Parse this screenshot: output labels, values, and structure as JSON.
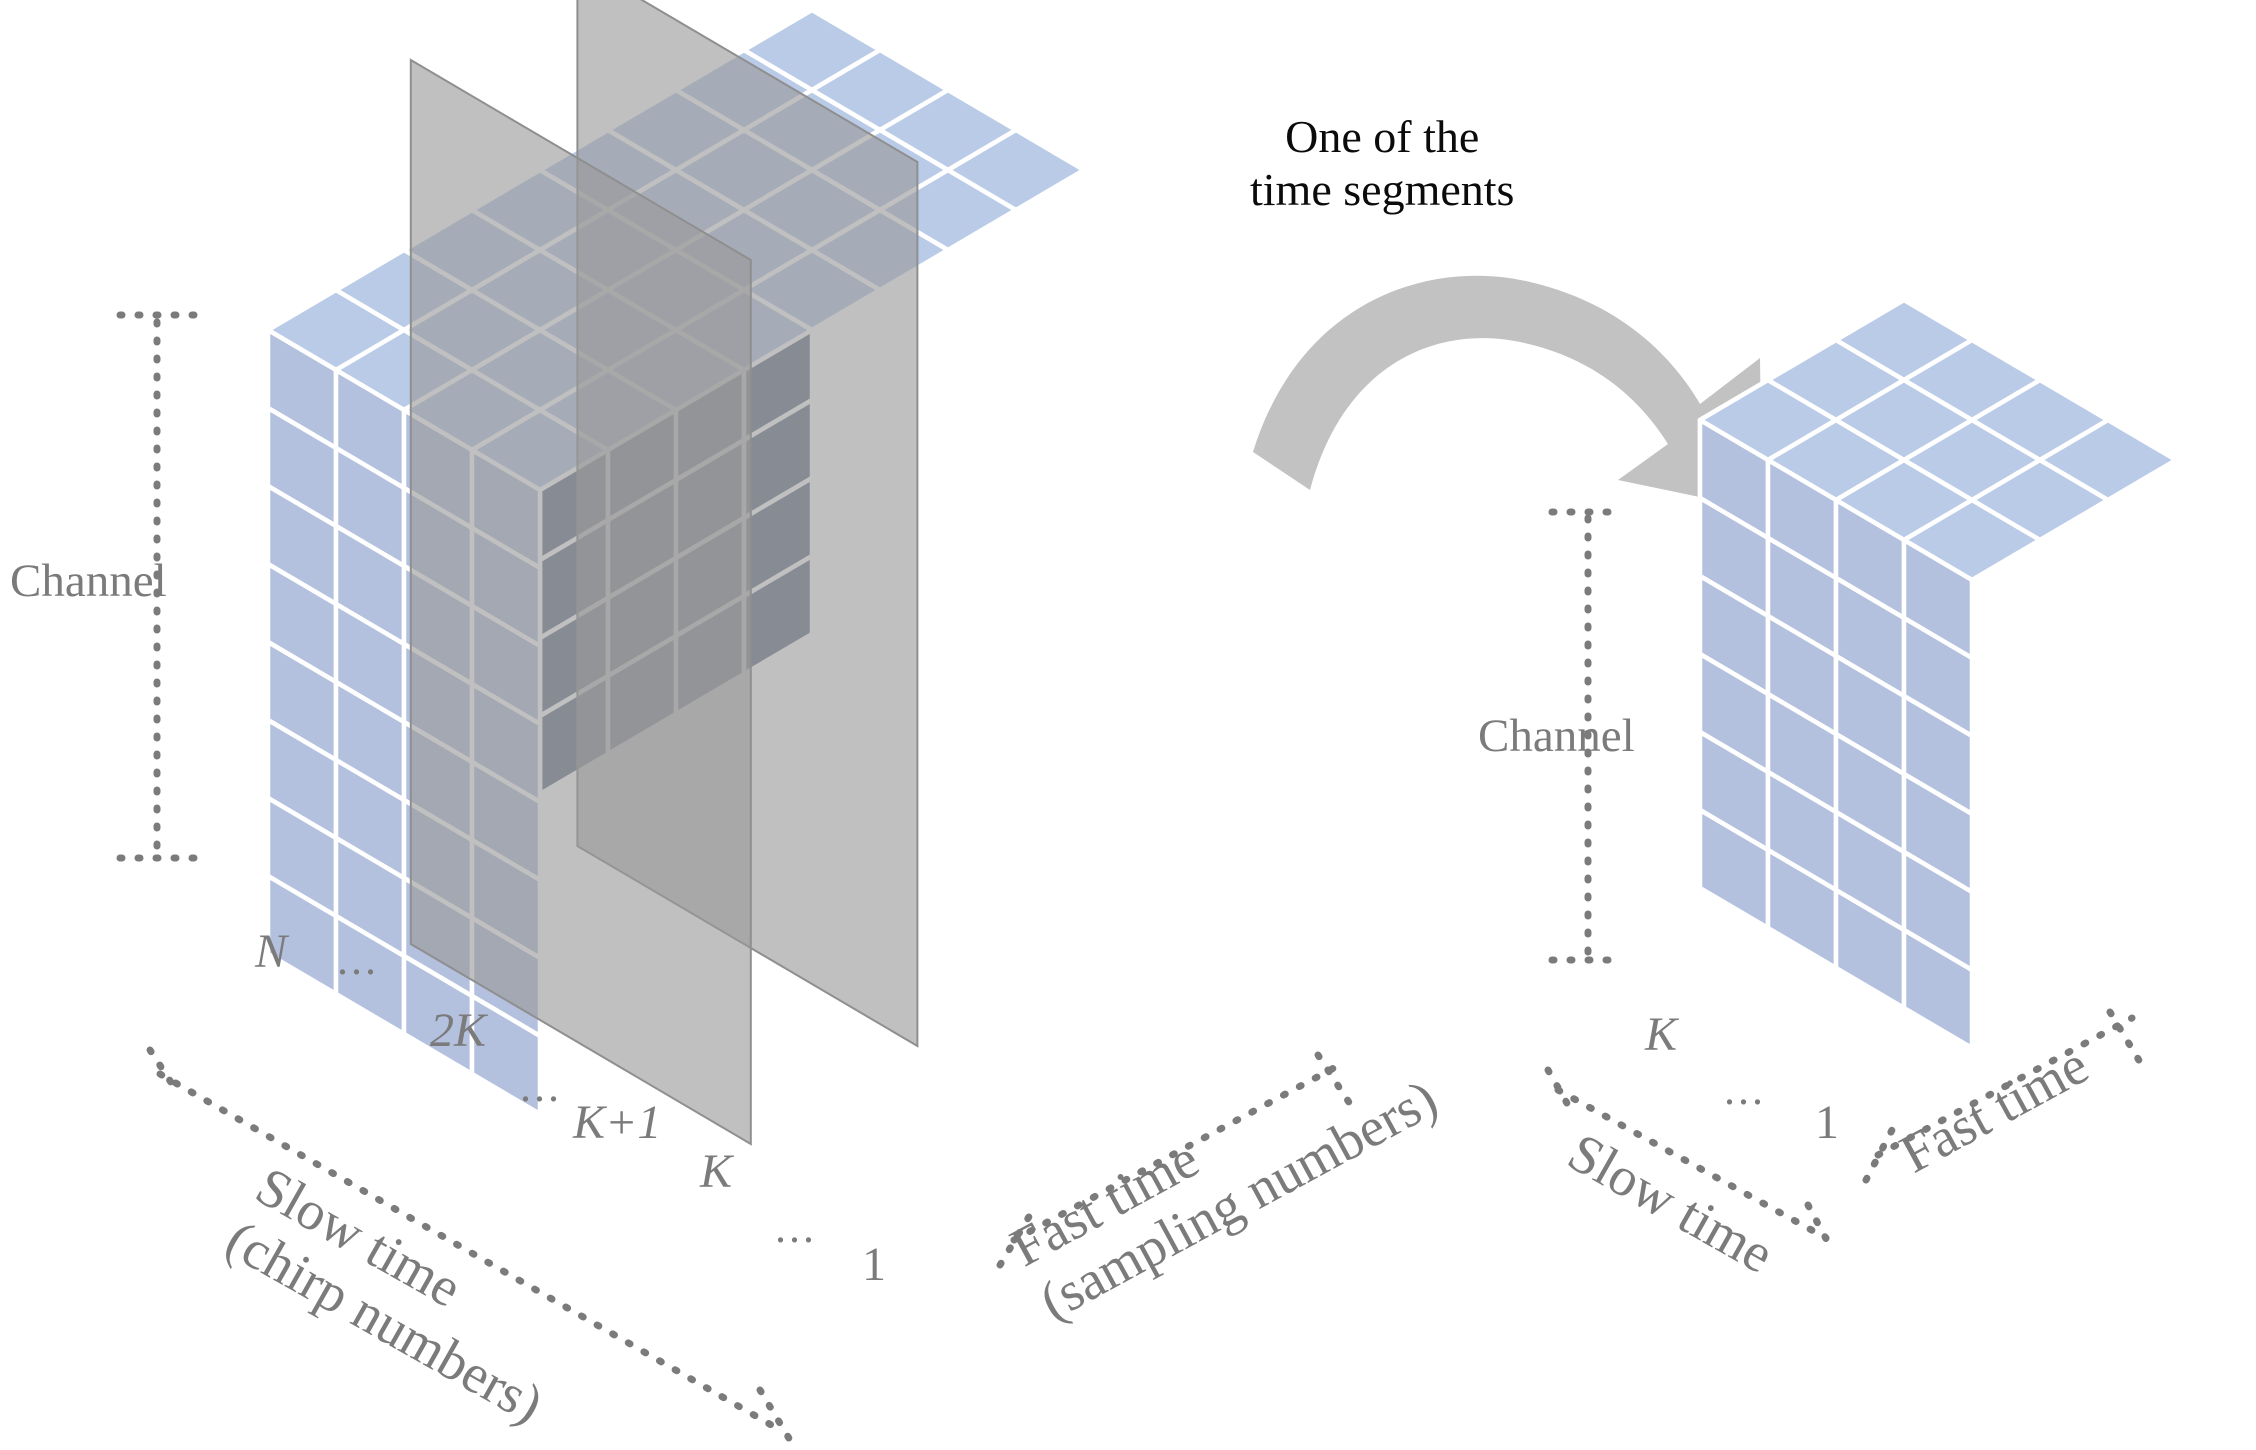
{
  "figure": {
    "title_annotation": {
      "line1": "One of the",
      "line2": "time segments"
    },
    "background_color": "#ffffff",
    "label_color": "#7b7b7b",
    "annotation_color": "#0b0b0b",
    "arrow_color": "#c2c2c2",
    "cut_plane_color": "#9a9a9a",
    "cube_colors": {
      "top_face": "#bacbe8",
      "front_face_dark": "#6b7489",
      "side_face_light": "#b3c0de",
      "grid_line": "#ffffff"
    }
  },
  "left_cube": {
    "name": "full-radar-data-cube",
    "axis_channel": {
      "label": "Channel",
      "bracket": "dotted-vertical-bracket"
    },
    "slow_time_axis": {
      "label_line1": "Slow time",
      "label_line2": "(chirp numbers)",
      "tick_labels": [
        "N",
        "...",
        "2K",
        "...",
        "K+1",
        "K",
        "...",
        "1"
      ]
    },
    "fast_time_axis": {
      "label_line1": "Fast time",
      "label_line2": "(sampling numbers)"
    },
    "grid": {
      "channel_rows": 8,
      "fast_time_columns": 4,
      "slow_time_depth": 8
    },
    "cut_planes": 2
  },
  "right_cube": {
    "name": "single-time-segment-cube",
    "axis_channel": {
      "label": "Channel",
      "bracket": "dotted-vertical-bracket"
    },
    "slow_time_axis": {
      "label": "Slow time",
      "tick_labels": [
        "K",
        "...",
        "1"
      ]
    },
    "fast_time_axis": {
      "label": "Fast time"
    },
    "grid": {
      "channel_rows": 6,
      "fast_time_columns": 4,
      "slow_time_depth": 3
    }
  },
  "arrow": {
    "name": "transform-arrow",
    "direction": "left-to-right-curved-down"
  }
}
